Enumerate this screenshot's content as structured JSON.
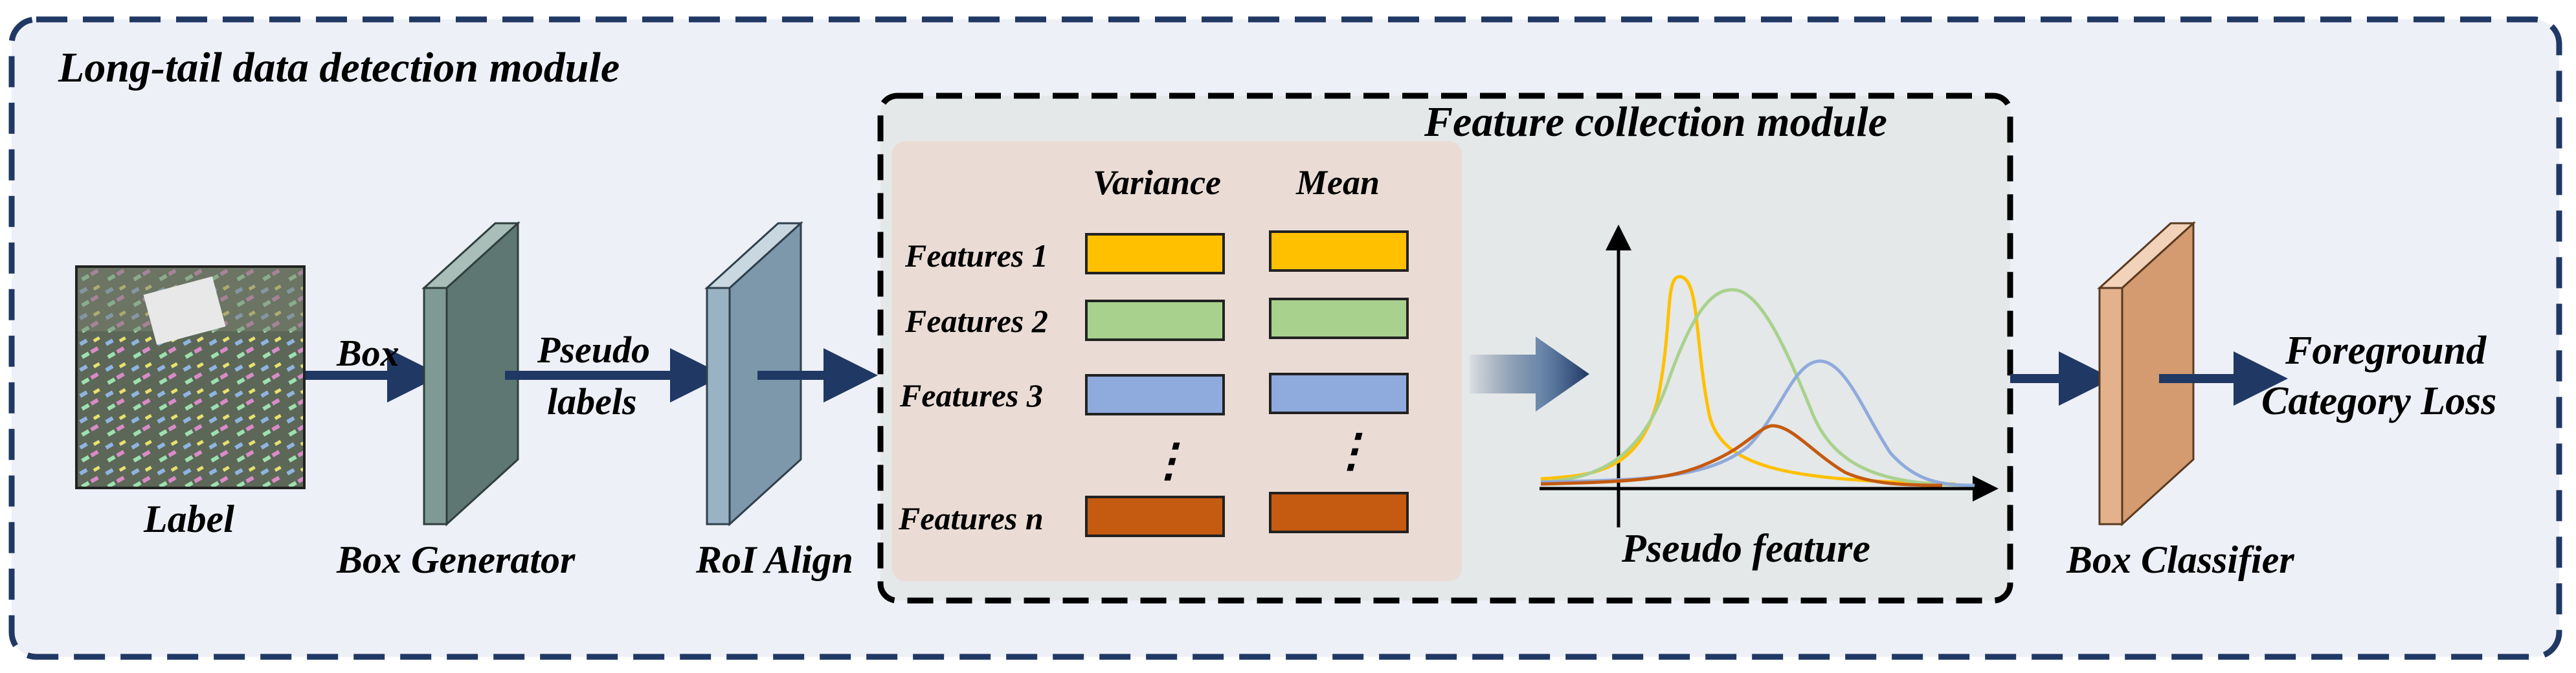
{
  "outer_module": {
    "title": "Long-tail data detection module"
  },
  "feature_module": {
    "title": "Feature collection module"
  },
  "input": {
    "label": "Label"
  },
  "flow_labels": {
    "box": "Box",
    "pseudo_line1": "Pseudo",
    "pseudo_line2": "labels"
  },
  "components": {
    "box_generator": "Box Generator",
    "roi_align": "RoI Align",
    "box_classifier": "Box Classifier"
  },
  "table": {
    "headers": {
      "variance": "Variance",
      "mean": "Mean"
    },
    "rows": [
      {
        "label": "Features 1",
        "color": "#FFC000"
      },
      {
        "label": "Features 2",
        "color": "#A9D18E"
      },
      {
        "label": "Features 3",
        "color": "#8FAADC"
      },
      {
        "label": "Features n",
        "color": "#C55A11"
      }
    ],
    "ellipsis": "⋮"
  },
  "plot": {
    "caption": "Pseudo feature",
    "curve_colors": [
      "#FFC000",
      "#A9D18E",
      "#8FAADC",
      "#C55A11"
    ]
  },
  "output": {
    "line1": "Foreground",
    "line2": "Category Loss"
  },
  "colors": {
    "outer_border": "#203864",
    "outer_fill": "#EEF0F7",
    "arrow": "#203864",
    "table_bg": "#EADCD5",
    "box_generator": "#7F9A95",
    "roi_align": "#9AB3C4",
    "box_classifier": "#E3B28C"
  }
}
